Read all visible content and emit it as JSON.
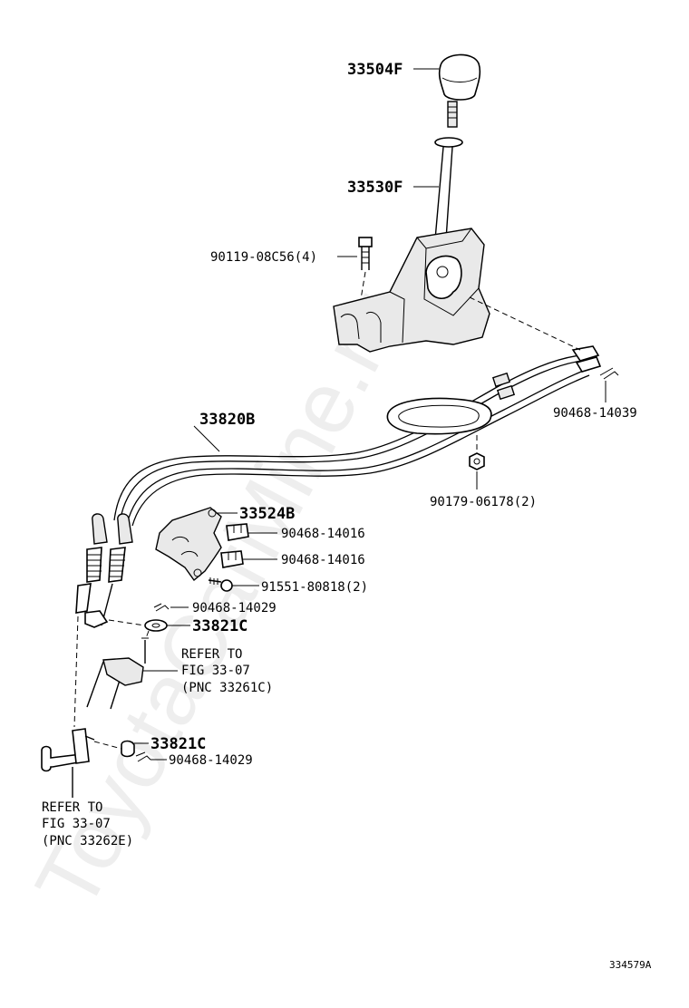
{
  "watermark": "ToyotaCarMine.ru",
  "figure_id": "334579A",
  "labels": {
    "p33504F": "33504F",
    "p33530F": "33530F",
    "p90119": "90119-08C56(4)",
    "p90468_14039": "90468-14039",
    "p33820B": "33820B",
    "p90179": "90179-06178(2)",
    "p33524B": "33524B",
    "p90468_14016a": "90468-14016",
    "p90468_14016b": "90468-14016",
    "p91551": "91551-80818(2)",
    "p90468_14029a": "90468-14029",
    "p33821Ca": "33821C",
    "refer1_l1": "REFER TO",
    "refer1_l2": "FIG 33-07",
    "refer1_l3": "(PNC 33261C)",
    "p33821Cb": "33821C",
    "p90468_14029b": "90468-14029",
    "refer2_l1": "REFER TO",
    "refer2_l2": "FIG 33-07",
    "refer2_l3": "(PNC 33262E)"
  }
}
